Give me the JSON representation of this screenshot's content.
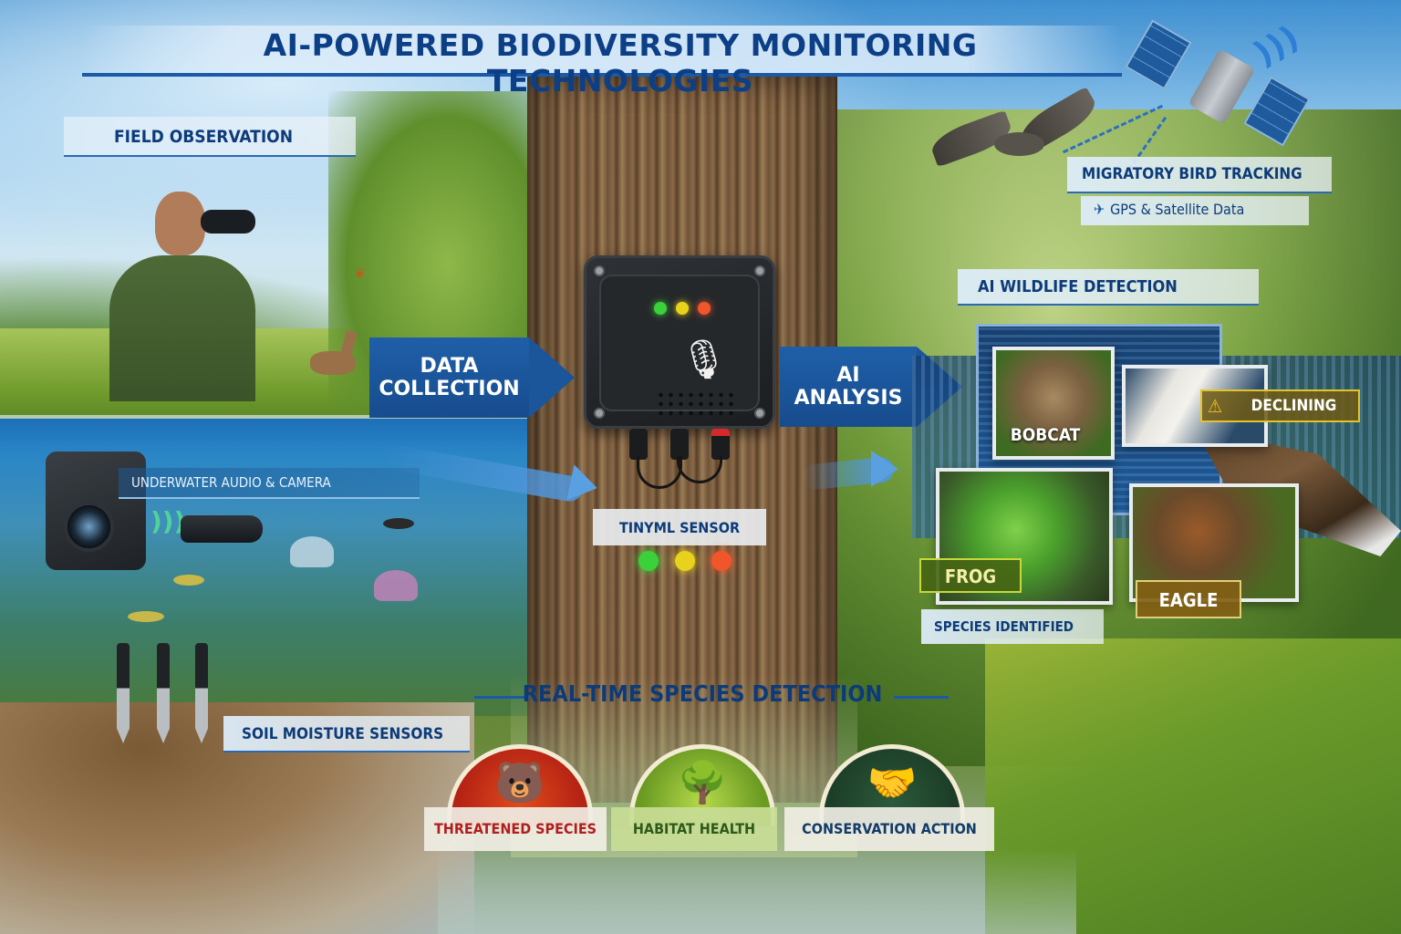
{
  "title": "AI-POWERED BIODIVERSITY MONITORING TECHNOLOGIES",
  "sections": {
    "field_observation": "FIELD OBSERVATION",
    "underwater": "UNDERWATER AUDIO & CAMERA",
    "soil": "SOIL MOISTURE SENSORS",
    "tinyml": "TINYML SENSOR",
    "migratory": "MIGRATORY BIRD TRACKING",
    "gps": "GPS & Satellite Data",
    "ai_wildlife": "AI WILDLIFE DETECTION",
    "species_identified": "SPECIES IDENTIFIED"
  },
  "arrows": {
    "data_collection_line1": "DATA",
    "data_collection_line2": "COLLECTION",
    "ai_analysis": "AI ANALYSIS"
  },
  "detections": {
    "bobcat": "BOBCAT",
    "declining": "DECLINING",
    "frog": "FROG",
    "eagle": "EAGLE"
  },
  "realtime": {
    "title": "REAL-TIME SPECIES DETECTION",
    "badges": [
      {
        "label": "THREATENED SPECIES",
        "icon": "bear-warning-icon",
        "glyph": "🐻",
        "color": "#b52314"
      },
      {
        "label": "HABITAT HEALTH",
        "icon": "tree-icon",
        "glyph": "🌳",
        "color": "#6a9a22"
      },
      {
        "label": "CONSERVATION ACTION",
        "icon": "handshake-icon",
        "glyph": "🤝",
        "color": "#1c3e28"
      }
    ]
  },
  "icons": {
    "mic": "🎙",
    "warning": "⚠",
    "plane": "✈",
    "signal": ")))"
  },
  "device_leds": [
    "#3bd13b",
    "#e8d21c",
    "#f0562a"
  ],
  "colors": {
    "title_blue": "#0c3f86",
    "arrow_blue": "#1f5fa8",
    "threat_red": "#b21e1e",
    "habitat_green": "#2e5a1a",
    "conservation_navy": "#123b6a"
  }
}
